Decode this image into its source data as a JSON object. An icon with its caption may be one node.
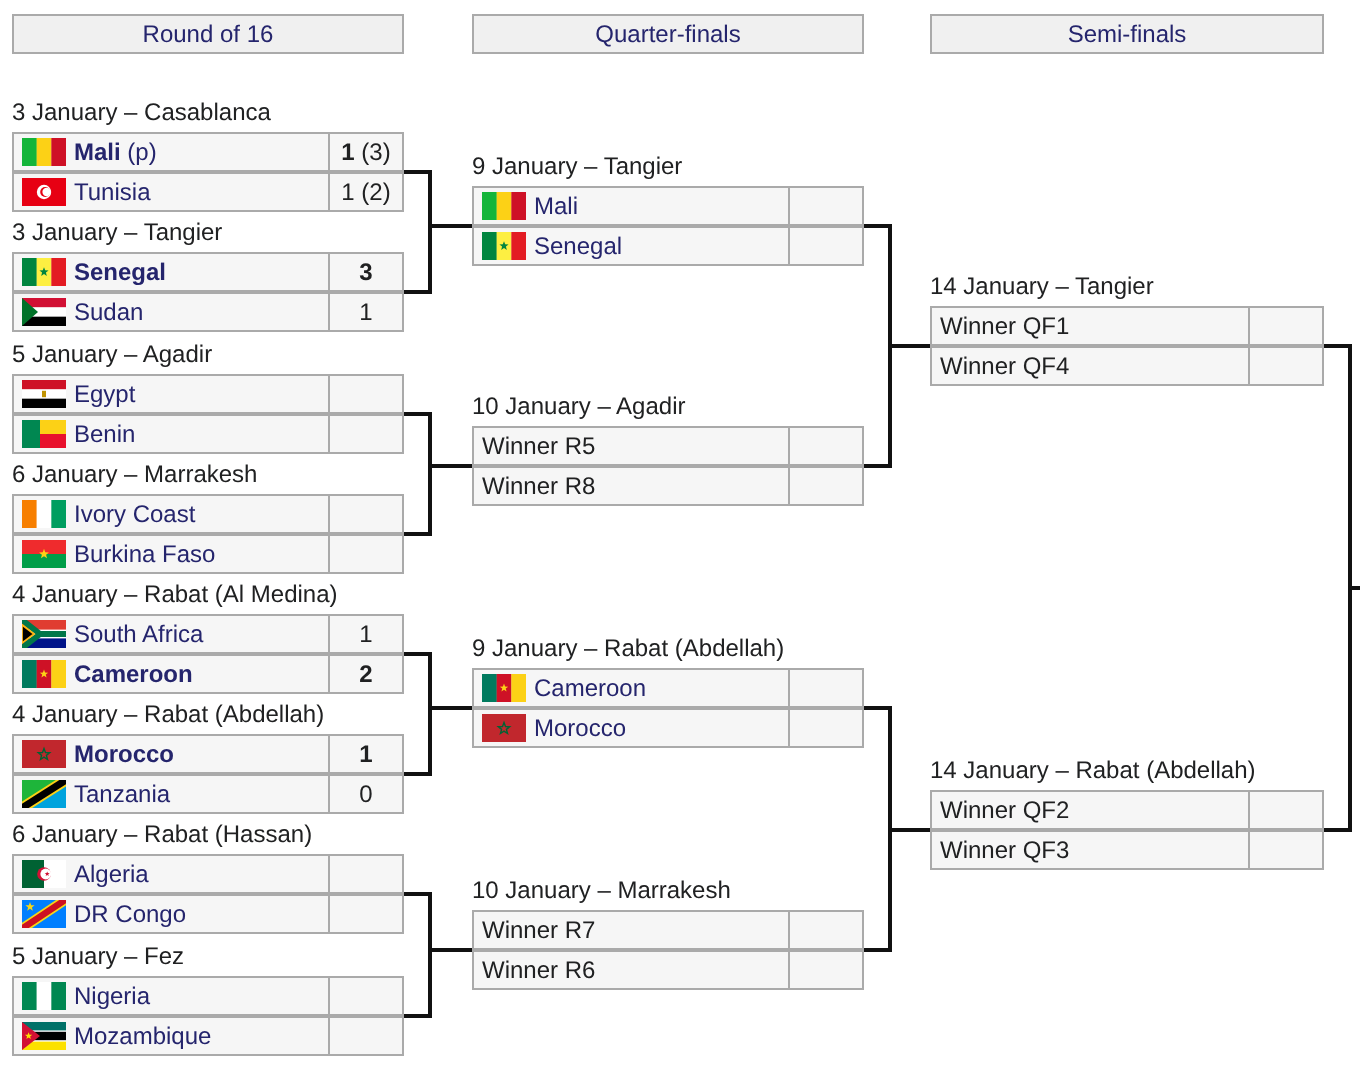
{
  "diagram": {
    "nodes": [
      {
        "text": [
          "Round of 16"
        ]
      },
      {
        "text": [
          "Quarter-finals"
        ]
      },
      {
        "text": [
          "Semi-finals"
        ]
      },
      {
        "text": [
          "3 January – Casablanca"
        ]
      },
      {
        "text": [
          "**Mali** (p)",
          "**1** (3)"
        ],
        "in": 3
      },
      {
        "text": [
          "Tunisia",
          "1 (2)"
        ],
        "in": 3
      },
      {
        "text": [
          "3 January – Tangier"
        ]
      },
      {
        "text": [
          "Senegal",
          "3"
        ],
        "in": 6
      },
      {
        "text": [
          "Sudan",
          "1"
        ],
        "in": 6
      },
      {
        "text": [
          "5 January – Agadir"
        ]
      },
      {
        "text": [
          "Egypt"
        ],
        "in": 9
      },
      {
        "text": [
          "Benin"
        ],
        "in": 9
      },
      {
        "text": [
          "6 January – Marrakesh"
        ]
      },
      {
        "text": [
          "Ivory Coast"
        ],
        "in": 12
      },
      {
        "text": [
          "Burkina Faso"
        ],
        "in": 12
      },
      {
        "text": [
          "4 January – Rabat (Al Medina)"
        ]
      },
      {
        "text": [
          "South Africa",
          "1"
        ],
        "in": 15
      },
      {
        "text": [
          "Cameroon",
          "2"
        ],
        "in": 15
      },
      {
        "text": [
          "4 January – Rabat (Abdellah)"
        ]
      },
      {
        "text": [
          "Morocco",
          "1"
        ],
        "in": 18
      },
      {
        "text": [
          "Tanzania",
          "0"
        ],
        "in": 18
      },
      {
        "text": [
          "6 January – Rabat (Hassan)"
        ]
      },
      {
        "text": [
          "Algeria"
        ],
        "in": 21
      },
      {
        "text": [
          "DR Congo"
        ],
        "in": 21
      },
      {
        "text": [
          "5 January – Fez"
        ]
      },
      {
        "text": [
          "Nigeria"
        ],
        "in": 24
      },
      {
        "text": [
          "Mozambique"
        ],
        "in": 24
      },
      {
        "text": [
          "9 January – Tangier"
        ]
      },
      {
        "text": [
          "Mali"
        ],
        "in": 27
      },
      {
        "text": [
          "Senegal"
        ],
        "in": 27
      },
      {
        "text": [
          "10 January – Agadir"
        ]
      },
      {
        "text": [
          "Winner R5"
        ],
        "in": 30
      },
      {
        "text": [
          "Winner R8"
        ],
        "in": 30
      },
      {
        "text": [
          "9 January – Rabat (Abdellah)"
        ]
      },
      {
        "text": [
          "Cameroon"
        ],
        "in": 33
      },
      {
        "text": [
          "Morocco"
        ],
        "in": 33
      },
      {
        "text": [
          "10 January – Marrakesh"
        ]
      },
      {
        "text": [
          "Winner R7"
        ],
        "in": 36
      },
      {
        "text": [
          "Winner R6"
        ],
        "in": 36
      },
      {
        "text": [
          "14 January – Tangier"
        ]
      },
      {
        "text": [
          "Winner QF1"
        ],
        "in": 39
      },
      {
        "text": [
          "Winner QF4"
        ],
        "in": 39
      },
      {
        "text": [
          "14 January – Rabat (Abdellah)"
        ]
      },
      {
        "text": [
          "Winner QF2"
        ],
        "in": 42
      },
      {
        "text": [
          "Winner QF3"
        ],
        "in": 42
      }
    ],
    "edges": [
      {
        "from": 3,
        "to": 27,
        "arrow": "none"
      },
      {
        "from": 6,
        "to": 27,
        "arrow": "none"
      },
      {
        "from": 9,
        "to": 30,
        "arrow": "none"
      },
      {
        "from": 12,
        "to": 30,
        "arrow": "none"
      },
      {
        "from": 15,
        "to": 33,
        "arrow": "none"
      },
      {
        "from": 18,
        "to": 33,
        "arrow": "none"
      },
      {
        "from": 21,
        "to": 36,
        "arrow": "none"
      },
      {
        "from": 24,
        "to": 36,
        "arrow": "none"
      },
      {
        "from": 27,
        "to": 39,
        "arrow": "none"
      },
      {
        "from": 30,
        "to": 39,
        "arrow": "none"
      },
      {
        "from": 33,
        "to": 42,
        "arrow": "none"
      },
      {
        "from": 36,
        "to": 42,
        "arrow": "none"
      },
      {
        "from": 39,
        "to": null,
        "arrow": "none"
      },
      {
        "from": 42,
        "to": null,
        "arrow": "none"
      }
    ]
  }
}
